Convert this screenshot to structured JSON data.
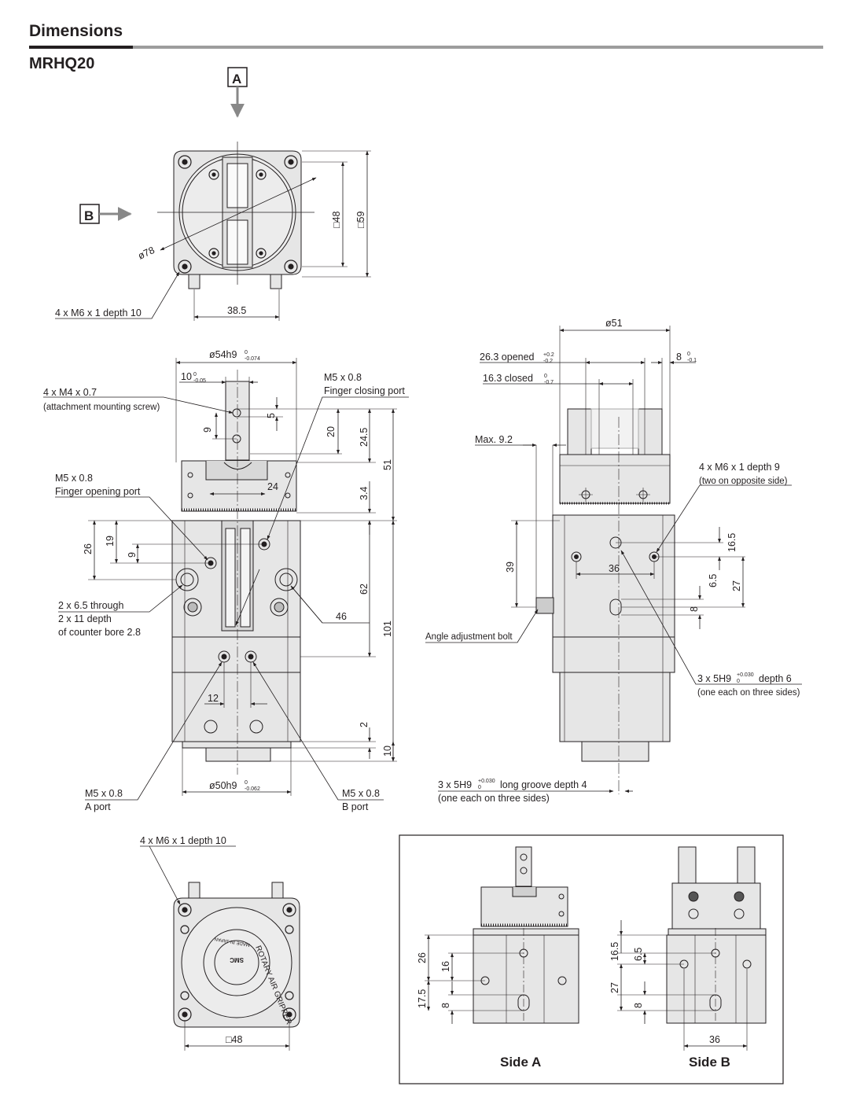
{
  "header": {
    "title": "Dimensions",
    "model": "MRHQ20"
  },
  "views": {
    "view_a": "A",
    "view_b": "B"
  },
  "top_view": {
    "d_78": "ø78",
    "sq_48": "□48",
    "sq_59": "□59",
    "d_385": "38.5",
    "holes": "4 x M6 x 1 depth 10"
  },
  "front_view": {
    "d_54": "ø54h9",
    "d_54_tol_upper": "0",
    "d_54_tol_lower": "-0.074",
    "d_10": "10",
    "d_10_tol_upper": "0",
    "d_10_tol_lower": "-0.05",
    "screw": "4 x M4 x 0.7",
    "screw_note": "(attachment mounting screw)",
    "fc_port": "M5 x 0.8",
    "fc_port_note": "Finger closing port",
    "fo_port": "M5 x 0.8",
    "fo_port_note": "Finger opening port",
    "d_5": "5",
    "d_9a": "9",
    "d_20": "20",
    "d_245": "24.5",
    "d_51": "51",
    "d_24": "24",
    "d_34": "3.4",
    "d_26": "26",
    "d_19": "19",
    "d_9b": "9",
    "d_62": "62",
    "d_101": "101",
    "d_46": "46",
    "through": "2 x 6.5 through",
    "through2": "2 x 11 depth",
    "through3": "of counter bore 2.8",
    "d_12": "12",
    "d_2": "2",
    "d_10b": "10",
    "d_50": "ø50h9",
    "d_50_tol_upper": "0",
    "d_50_tol_lower": "-0.062",
    "a_port": "M5 x 0.8",
    "a_port_note": "A port",
    "b_port": "M5 x 0.8",
    "b_port_note": "B port"
  },
  "side_view": {
    "d_51": "ø51",
    "opened": "26.3 opened",
    "opened_tol_upper": "+0.2",
    "opened_tol_lower": "-0.2",
    "closed": "16.3 closed",
    "closed_tol_upper": "0",
    "closed_tol_lower": "-0.7",
    "d_8": "8",
    "d_8_tol_upper": "0",
    "d_8_tol_lower": "-0.1",
    "max": "Max. 9.2",
    "m6": "4 x M6 x 1 depth 9",
    "m6_note": "(two on opposite side)",
    "d_39": "39",
    "d_36": "36",
    "d_165": "16.5",
    "d_65": "6.5",
    "d_27": "27",
    "d_8b": "8",
    "bolt": "Angle adjustment bolt",
    "h9a": "3 x 5H9",
    "h9a_tol_upper": "+0.030",
    "h9a_tol_lower": "0",
    "h9a_depth": "depth 6",
    "h9a_note": "(one each on three sides)",
    "h9b": "3 x 5H9",
    "h9b_tol_upper": "+0.030",
    "h9b_tol_lower": "0",
    "h9b_depth": "long groove depth 4",
    "h9b_note": "(one each on three sides)"
  },
  "bottom_view": {
    "holes": "4 x M6 x 1 depth 10",
    "sq_48": "□48",
    "logo_text": "ROTARY AIR GRIPPER",
    "logo_brand": "SMC",
    "logo_made": "MADE IN JAPAN"
  },
  "inset": {
    "side_a": "Side A",
    "side_b": "Side B",
    "a_26": "26",
    "a_16": "16",
    "a_175": "17.5",
    "a_8": "8",
    "b_165": "16.5",
    "b_65": "6.5",
    "b_27": "27",
    "b_8": "8",
    "b_36": "36"
  },
  "colors": {
    "body_fill": "#e6e6e6",
    "line": "#231f20",
    "rule_grey": "#9d9d9d"
  }
}
